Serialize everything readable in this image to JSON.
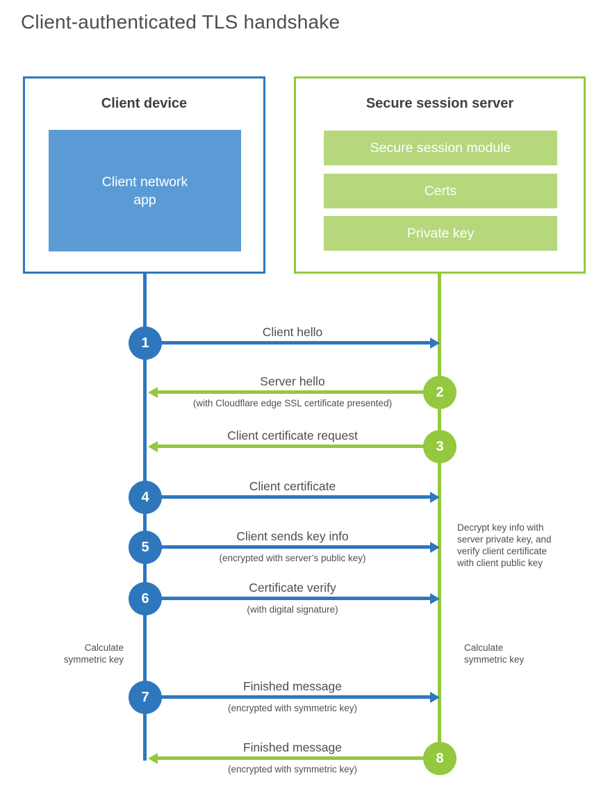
{
  "title": "Client-authenticated TLS handshake",
  "colors": {
    "blue": "#2e77bd",
    "blue_fill": "#5b9bd5",
    "green": "#94c83e",
    "green_fill": "#b6d77c"
  },
  "client": {
    "title": "Client device",
    "app_label": "Client network\napp"
  },
  "server": {
    "title": "Secure session server",
    "modules": [
      "Secure session module",
      "Certs",
      "Private key"
    ]
  },
  "steps": [
    {
      "num": "1",
      "from": "client",
      "to": "server",
      "label": "Client hello",
      "sub": ""
    },
    {
      "num": "2",
      "from": "server",
      "to": "client",
      "label": "Server hello",
      "sub": "(with Cloudflare edge SSL certificate presented)"
    },
    {
      "num": "3",
      "from": "server",
      "to": "client",
      "label": "Client certificate request",
      "sub": ""
    },
    {
      "num": "4",
      "from": "client",
      "to": "server",
      "label": "Client certificate",
      "sub": ""
    },
    {
      "num": "5",
      "from": "client",
      "to": "server",
      "label": "Client sends key info",
      "sub": "(encrypted with server’s public key)"
    },
    {
      "num": "6",
      "from": "client",
      "to": "server",
      "label": "Certificate verify",
      "sub": "(with digital signature)"
    },
    {
      "num": "7",
      "from": "client",
      "to": "server",
      "label": "Finished message",
      "sub": "(encrypted with symmetric key)"
    },
    {
      "num": "8",
      "from": "server",
      "to": "client",
      "label": "Finished message",
      "sub": "(encrypted with symmetric key)"
    }
  ],
  "notes": {
    "decrypt": "Decrypt key info with\nserver private key, and\nverify client certificate\nwith client public key",
    "calc_left": "Calculate\nsymmetric key",
    "calc_right": "Calculate\nsymmetric key"
  }
}
